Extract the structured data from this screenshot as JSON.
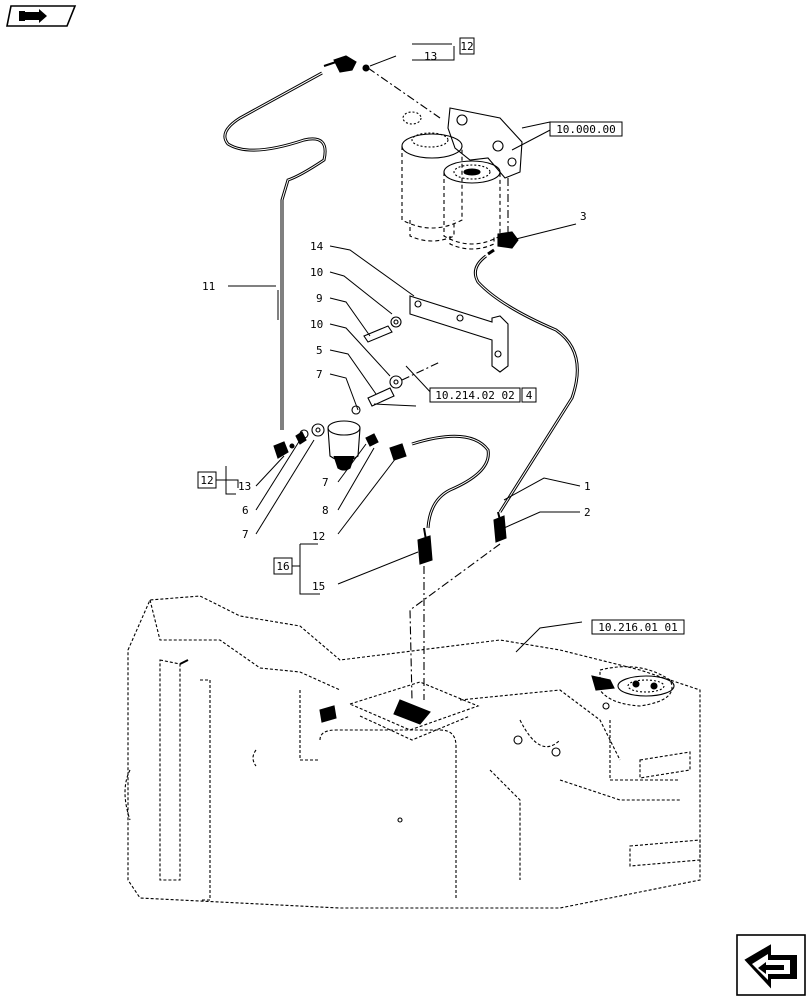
{
  "nav": {
    "top_icon": "book-arrow-icon",
    "bottom_icon": "next-page-arrow-icon"
  },
  "references": {
    "filter_assembly": "10.000.00",
    "pump_connector": "10.214.02 02",
    "pump_connector_box": "4",
    "tank": "10.216.01 01",
    "box_12_top": "12",
    "box_12_left": "12",
    "box_16": "16"
  },
  "callouts": {
    "c1": "1",
    "c2": "2",
    "c3": "3",
    "c5": "5",
    "c6": "6",
    "c7a": "7",
    "c7b": "7",
    "c7c": "7",
    "c8": "8",
    "c9": "9",
    "c10a": "10",
    "c10b": "10",
    "c11": "11",
    "c12": "12",
    "c13a": "13",
    "c13b": "13",
    "c14": "14",
    "c15": "15"
  }
}
